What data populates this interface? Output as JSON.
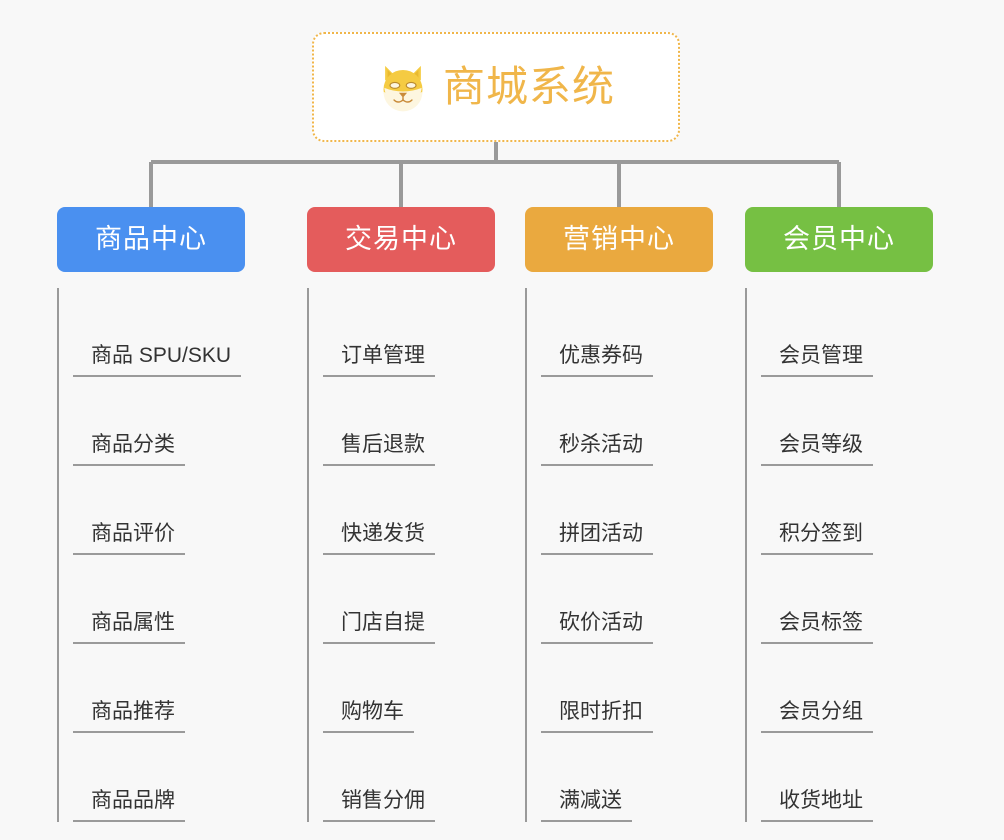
{
  "theme": {
    "background": "#f8f8f8",
    "connector_color": "#9a9a9a",
    "root_border_color": "#f0b64a",
    "root_text_color": "#f0b64a",
    "leaf_text_color": "#333333",
    "leaf_line_color": "#9a9a9a"
  },
  "root": {
    "title": "商城系统",
    "icon": "shiba-dog-icon"
  },
  "branches": [
    {
      "label": "商品中心",
      "color": "#4a90f0",
      "children": [
        "商品 SPU/SKU",
        "商品分类",
        "商品评价",
        "商品属性",
        "商品推荐",
        "商品品牌"
      ]
    },
    {
      "label": "交易中心",
      "color": "#e45c5c",
      "children": [
        "订单管理",
        "售后退款",
        "快递发货",
        "门店自提",
        "购物车",
        "销售分佣"
      ]
    },
    {
      "label": "营销中心",
      "color": "#eaa93f",
      "children": [
        "优惠券码",
        "秒杀活动",
        "拼团活动",
        "砍价活动",
        "限时折扣",
        "满减送"
      ]
    },
    {
      "label": "会员中心",
      "color": "#76c043",
      "children": [
        "会员管理",
        "会员等级",
        "积分签到",
        "会员标签",
        "会员分组",
        "收货地址"
      ]
    }
  ]
}
